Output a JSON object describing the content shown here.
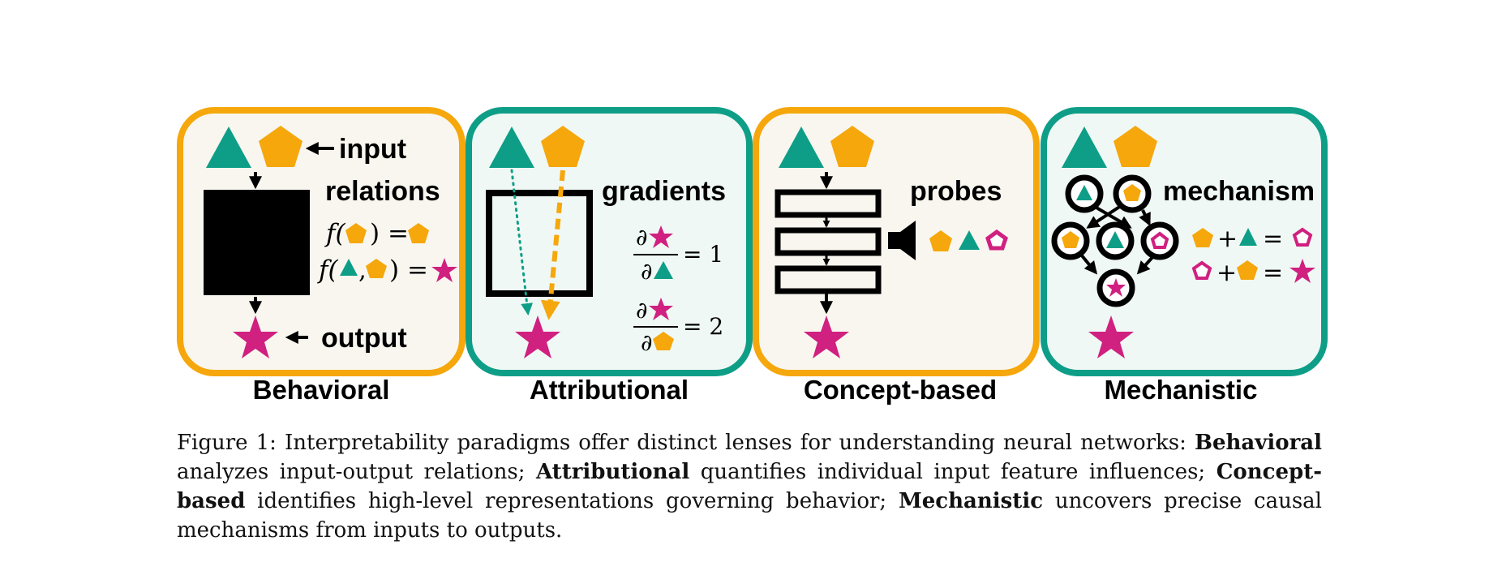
{
  "colors": {
    "orange": "#F5A70C",
    "teal": "#0E9E87",
    "magenta": "#D02080",
    "orange_bg": "#F8F6EF",
    "teal_bg": "#EFF8F4"
  },
  "panels": {
    "behavioral": {
      "title": "Behavioral",
      "input_label": "input",
      "relations_label": "relations",
      "output_label": "output",
      "eq1_f": "f(",
      "eq1_close": ") =",
      "eq2_f": "f(",
      "eq2_comma": ",",
      "eq2_close": ") ="
    },
    "attributional": {
      "title": "Attributional",
      "gradients_label": "gradients",
      "partial": "∂",
      "eq1_value": "= 1",
      "eq2_value": "= 2"
    },
    "concept": {
      "title": "Concept-based",
      "probes_label": "probes"
    },
    "mechanistic": {
      "title": "Mechanistic",
      "mechanism_label": "mechanism",
      "plus": "+",
      "equals": "="
    }
  },
  "caption": {
    "prefix": "Figure 1: Interpretability paradigms offer distinct lenses for understanding neural networks: ",
    "term1": "Behavioral",
    "text1": " analyzes input-output relations; ",
    "term2": "Attributional",
    "text2": " quantifies individual input feature influences; ",
    "term3": "Concept-based",
    "text3": " identifies high-level representations governing behavior; ",
    "term4": "Mechanistic",
    "text4": " uncovers precise causal mechanisms from inputs to outputs."
  }
}
